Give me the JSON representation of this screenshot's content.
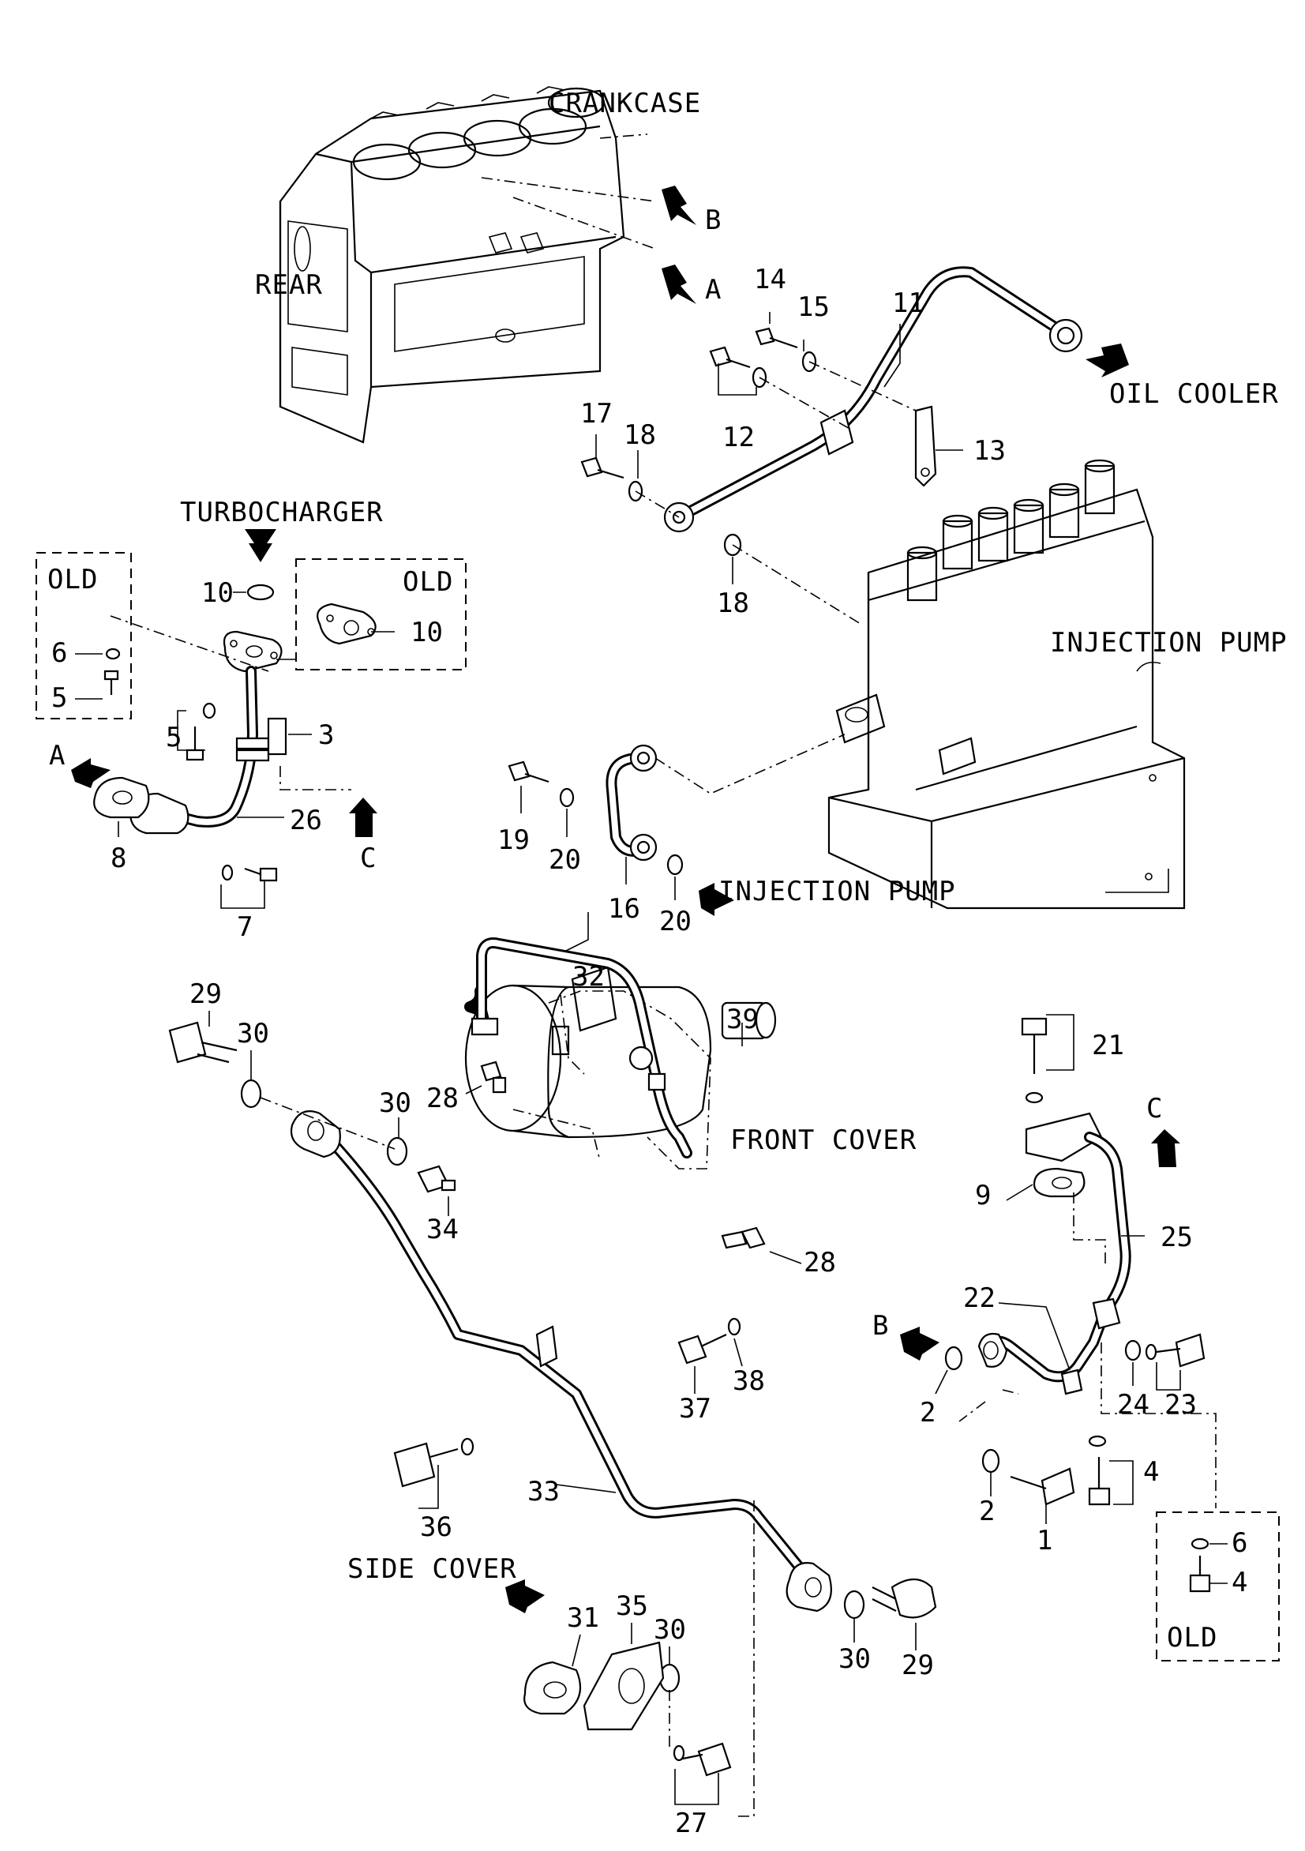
{
  "labels": {
    "crankcase": "CRANKCASE",
    "rear": "REAR",
    "oil_cooler": "OIL COOLER",
    "turbocharger": "TURBOCHARGER",
    "injection_pump_top": "INJECTION PUMP",
    "injection_pump_bottom": "INJECTION PUMP",
    "front_cover": "FRONT COVER",
    "side_cover": "SIDE COVER",
    "old_1": "OLD",
    "old_2": "OLD",
    "old_3": "OLD"
  },
  "view_markers": {
    "b_top": "B",
    "a_top": "A",
    "a_left": "A",
    "c_left": "C",
    "c_right": "C",
    "b_right": "B"
  },
  "callouts": [
    {
      "id": "n14",
      "text": "14"
    },
    {
      "id": "n15",
      "text": "15"
    },
    {
      "id": "n11",
      "text": "11"
    },
    {
      "id": "n12",
      "text": "12"
    },
    {
      "id": "n13",
      "text": "13"
    },
    {
      "id": "n17",
      "text": "17"
    },
    {
      "id": "n18a",
      "text": "18"
    },
    {
      "id": "n18b",
      "text": "18"
    },
    {
      "id": "n6a",
      "text": "6"
    },
    {
      "id": "n5a",
      "text": "5"
    },
    {
      "id": "n10a",
      "text": "10"
    },
    {
      "id": "n10b",
      "text": "10"
    },
    {
      "id": "n5b",
      "text": "5"
    },
    {
      "id": "n3",
      "text": "3"
    },
    {
      "id": "n8",
      "text": "8"
    },
    {
      "id": "n26",
      "text": "26"
    },
    {
      "id": "n7",
      "text": "7"
    },
    {
      "id": "n19",
      "text": "19"
    },
    {
      "id": "n20a",
      "text": "20"
    },
    {
      "id": "n16",
      "text": "16"
    },
    {
      "id": "n20b",
      "text": "20"
    },
    {
      "id": "n29a",
      "text": "29"
    },
    {
      "id": "n30a",
      "text": "30"
    },
    {
      "id": "n32",
      "text": "32"
    },
    {
      "id": "n39",
      "text": "39"
    },
    {
      "id": "n28a",
      "text": "28"
    },
    {
      "id": "n30b",
      "text": "30"
    },
    {
      "id": "n34",
      "text": "34"
    },
    {
      "id": "n28b",
      "text": "28"
    },
    {
      "id": "n37",
      "text": "37"
    },
    {
      "id": "n38",
      "text": "38"
    },
    {
      "id": "n36",
      "text": "36"
    },
    {
      "id": "n33",
      "text": "33"
    },
    {
      "id": "n31",
      "text": "31"
    },
    {
      "id": "n35",
      "text": "35"
    },
    {
      "id": "n30c",
      "text": "30"
    },
    {
      "id": "n30d",
      "text": "30"
    },
    {
      "id": "n29b",
      "text": "29"
    },
    {
      "id": "n27",
      "text": "27"
    },
    {
      "id": "n21",
      "text": "21"
    },
    {
      "id": "n9",
      "text": "9"
    },
    {
      "id": "n25",
      "text": "25"
    },
    {
      "id": "n22",
      "text": "22"
    },
    {
      "id": "n2a",
      "text": "2"
    },
    {
      "id": "n24",
      "text": "24"
    },
    {
      "id": "n23",
      "text": "23"
    },
    {
      "id": "n2b",
      "text": "2"
    },
    {
      "id": "n4a",
      "text": "4"
    },
    {
      "id": "n1",
      "text": "1"
    },
    {
      "id": "n6b",
      "text": "6"
    },
    {
      "id": "n4b",
      "text": "4"
    }
  ]
}
